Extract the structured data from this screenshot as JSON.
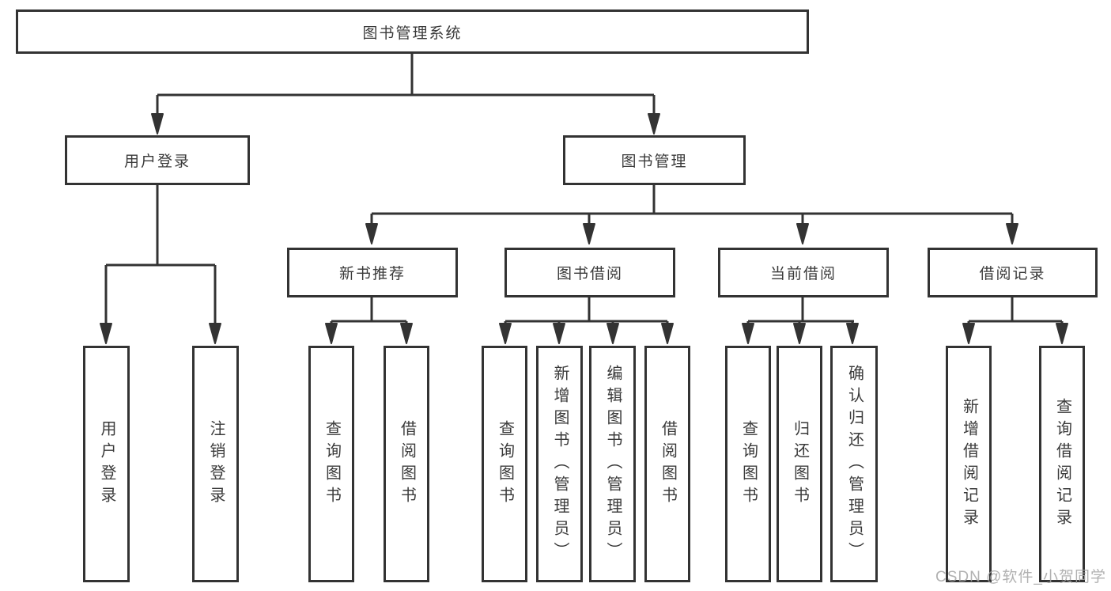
{
  "tree": {
    "root": {
      "label": "图书管理系统"
    },
    "children": [
      {
        "label": "用户登录",
        "children": [
          {
            "label": "用户登录"
          },
          {
            "label": "注销登录"
          }
        ]
      },
      {
        "label": "图书管理",
        "children": [
          {
            "label": "新书推荐",
            "children": [
              {
                "label": "查询图书"
              },
              {
                "label": "借阅图书"
              }
            ]
          },
          {
            "label": "图书借阅",
            "children": [
              {
                "label": "查询图书"
              },
              {
                "label": "新增图书（管理员）"
              },
              {
                "label": "编辑图书（管理员）"
              },
              {
                "label": "借阅图书"
              }
            ]
          },
          {
            "label": "当前借阅",
            "children": [
              {
                "label": "查询图书"
              },
              {
                "label": "归还图书"
              },
              {
                "label": "确认归还（管理员）"
              }
            ]
          },
          {
            "label": "借阅记录",
            "children": [
              {
                "label": "新增借阅记录"
              },
              {
                "label": "查询借阅记录"
              }
            ]
          }
        ]
      }
    ]
  },
  "watermark": {
    "text": "CSDN @软件_小贺同学"
  },
  "colors": {
    "line": "#333333",
    "box_border": "#333333",
    "box_fill": "#ffffff",
    "text": "#3a3a3a",
    "watermark": "#a3a3a3"
  }
}
